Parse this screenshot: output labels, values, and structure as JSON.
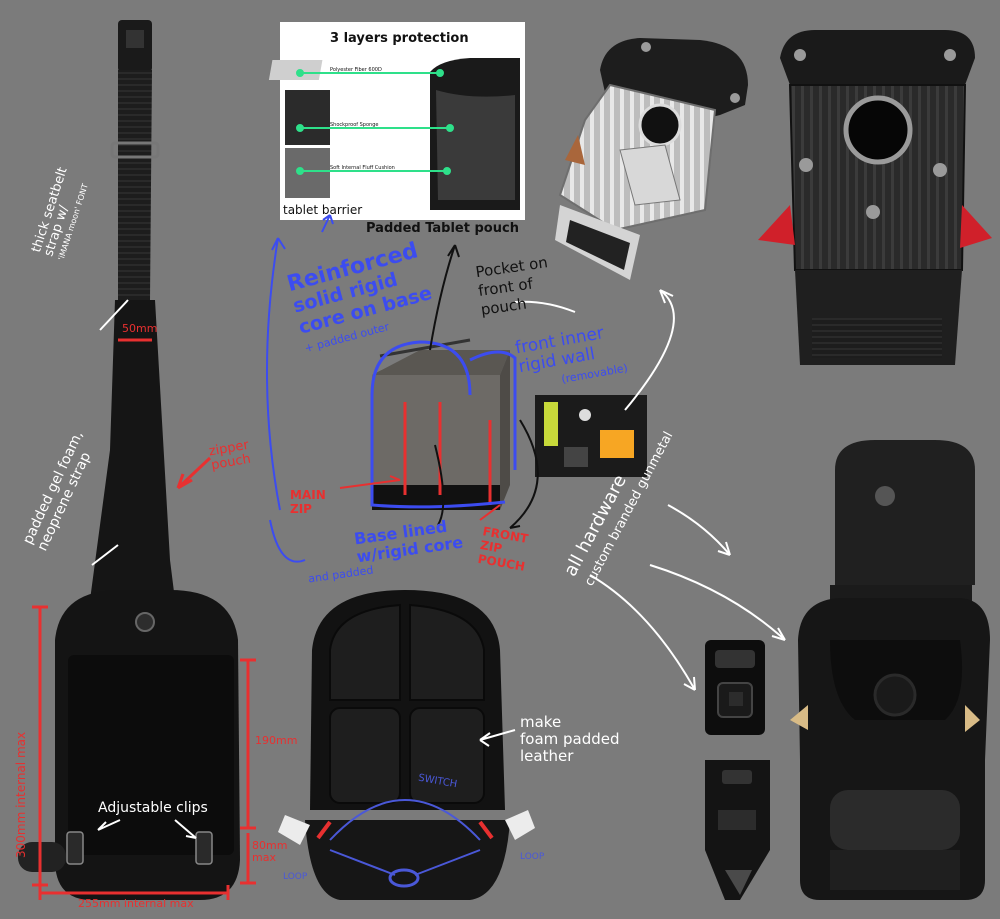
{
  "colors": {
    "canvas": "#7b7b7b",
    "ink_white": "#ffffff",
    "ink_blue": "#3c4cf0",
    "ink_red": "#e83030",
    "ink_black": "#111111",
    "product_black": "#141414",
    "buckle_silver": "#c9c9c9",
    "accent_red": "#d0202a"
  },
  "inset": {
    "title": "3 layers protection",
    "layers": [
      "Polyester Fiber 600D",
      "Shockproof Sponge",
      "Soft Internal Fluff Cushion"
    ],
    "caption": "tablet barrier"
  },
  "annotations": {
    "strap_note": [
      "thick seatbelt",
      "strap w/",
      "'iMANA moon' FONT"
    ],
    "strap_width": "50mm",
    "padded_strap": [
      "padded gel foam,",
      "neoprene strap"
    ],
    "zipper_pouch": [
      "zipper",
      "pouch"
    ],
    "internal_height": "300mm internal max",
    "pocket_height": "190mm",
    "base_depth": [
      "80mm",
      "max"
    ],
    "internal_width": "255mm internal max",
    "adjustable_clips": "Adjustable clips",
    "padded_tablet_pouch": "Padded Tablet pouch",
    "pocket_front": [
      "Pocket on",
      "front of",
      "pouch"
    ],
    "reinforced": [
      "Reinforced",
      "solid rigid",
      "core on base"
    ],
    "padded_outer": "+ padded outer",
    "front_inner": [
      "front inner",
      "rigid wall"
    ],
    "removable": "(removable)",
    "main_zip": [
      "MAIN",
      "ZIP"
    ],
    "base_lined": [
      "Base lined",
      "w/rigid core"
    ],
    "and_padded": "and padded",
    "front_zip": [
      "FRONT",
      "ZIP",
      "POUCH"
    ],
    "hardware": [
      "all hardware",
      "custom branded gunmetal"
    ],
    "make_foam": [
      "make",
      "foam padded",
      "leather"
    ],
    "switch": "SWITCH",
    "loop_left": "LOOP",
    "loop_right": "LOOP"
  },
  "icons": [
    "seatbelt-buckle-icon",
    "d-ring-icon",
    "press-stud-icon",
    "quick-release-buckle-icon"
  ]
}
